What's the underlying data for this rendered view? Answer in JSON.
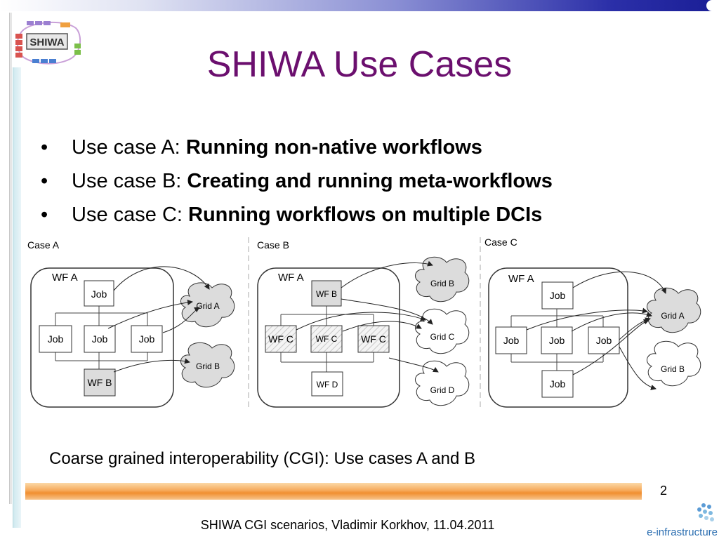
{
  "logo": {
    "text": "SHIWA"
  },
  "title": "SHIWA Use Cases",
  "bullets": [
    {
      "prefix": "Use case A: ",
      "bold": "Running non-native workflows"
    },
    {
      "prefix": "Use case B: ",
      "bold": "Creating and running meta-workflows"
    },
    {
      "prefix": "Use case C: ",
      "bold": "Running workflows on multiple DCIs"
    }
  ],
  "diagram": {
    "case_a": {
      "label": "Case A",
      "wf": "WF A",
      "job_top": "Job",
      "job_left": "Job",
      "job_mid": "Job",
      "job_right": "Job",
      "wf_bottom": "WF B",
      "grid_1": "Grid A",
      "grid_2": "Grid B"
    },
    "case_b": {
      "label": "Case B",
      "wf": "WF A",
      "wf_top": "WF B",
      "wf_left": "WF C",
      "wf_mid": "WF C",
      "wf_right": "WF C",
      "wf_bottom": "WF D",
      "grid_1": "Grid B",
      "grid_2": "Grid C",
      "grid_3": "Grid D"
    },
    "case_c": {
      "label": "Case C",
      "wf": "WF A",
      "job_top": "Job",
      "job_left": "Job",
      "job_mid": "Job",
      "job_right": "Job",
      "job_bottom": "Job",
      "grid_1": "Grid A",
      "grid_2": "Grid B"
    }
  },
  "note": "Coarse grained interoperability (CGI): Use cases A and B",
  "page_number": "2",
  "footer": "SHIWA CGI scenarios, Vladimir Korkhov, 11.04.2011",
  "einfra_label": "e-infrastructure"
}
